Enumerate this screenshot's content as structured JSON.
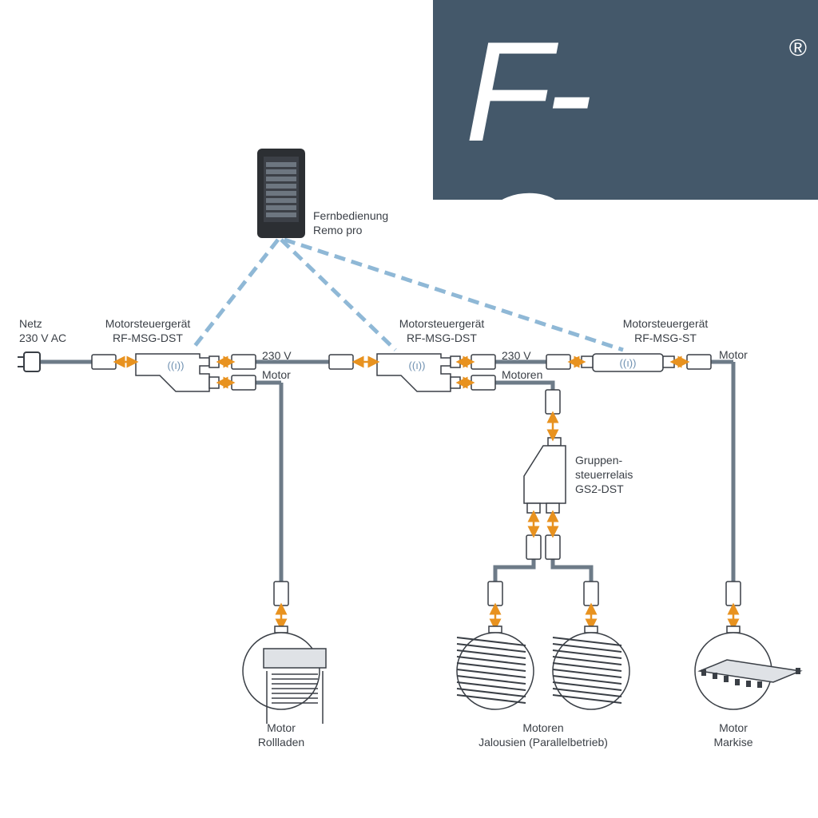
{
  "logo": {
    "text": "F-Con",
    "registered": "®"
  },
  "remote": {
    "line1": "Fernbedienung",
    "line2": "Remo pro"
  },
  "mains": {
    "line1": "Netz",
    "line2": "230 V AC"
  },
  "controllers": [
    {
      "line1": "Motorsteuergerät",
      "line2": "RF-MSG-DST"
    },
    {
      "line1": "Motorsteuergerät",
      "line2": "RF-MSG-DST"
    },
    {
      "line1": "Motorsteuergerät",
      "line2": "RF-MSG-ST"
    }
  ],
  "cable_labels": {
    "v230_a": "230 V",
    "motor_a": "Motor",
    "v230_b": "230 V",
    "motoren": "Motoren",
    "motor_c": "Motor"
  },
  "relay": {
    "line1": "Gruppen-",
    "line2": "steuerrelais",
    "line3": "GS2-DST"
  },
  "loads": [
    {
      "line1": "Motor",
      "line2": "Rollladen"
    },
    {
      "line1": "Motoren",
      "line2": "Jalousien (Parallelbetrieb)"
    },
    {
      "line1": "Motor",
      "line2": "Markise"
    }
  ],
  "colors": {
    "cable": "#6d7b88",
    "wireless": "#8fb8d6",
    "arrow": "#e8921f",
    "logo_bg": "#44586a"
  }
}
